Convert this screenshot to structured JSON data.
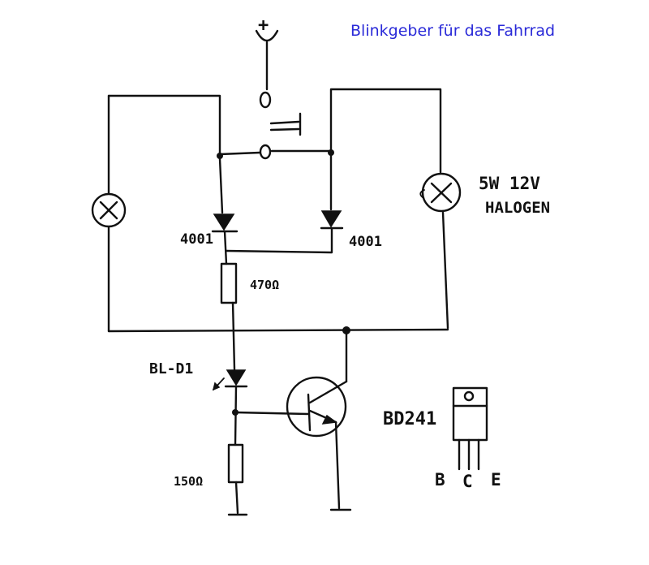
{
  "title": "Blinkgeber für das Fahrrad",
  "supply": {
    "symbol": "+"
  },
  "lamp_right": {
    "line1": "5W 12V",
    "line2": "HALOGEN"
  },
  "diodes": {
    "left": "4001",
    "right": "4001"
  },
  "resistors": {
    "top": "470Ω",
    "bottom": "150Ω"
  },
  "blink_led": "BL-D1",
  "transistor": {
    "name": "BD241",
    "pins": [
      "B",
      "C",
      "E"
    ]
  }
}
